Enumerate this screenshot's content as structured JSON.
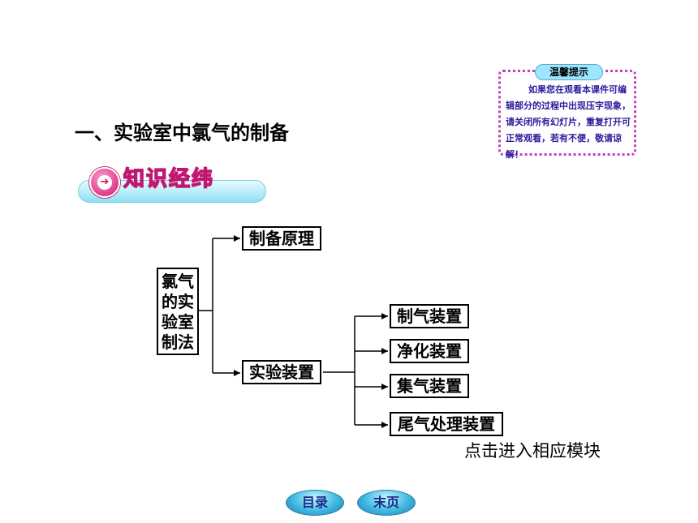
{
  "notice": {
    "title": "温馨提示",
    "text": "如果您在观看本课件可编辑部分的过程中出现压字现象，请关闭所有幻灯片，重复打开可正常观看，若有不便，敬请谅解！"
  },
  "section_title": "一、实验室中氯气的制备",
  "banner": {
    "label": "知识经纬",
    "icon": "arrow-right-circle-icon"
  },
  "diagram": {
    "root": "氯气的实验室制法",
    "branches": [
      "制备原理",
      "实验装置"
    ],
    "subitems": [
      "制气装置",
      "净化装置",
      "集气装置",
      "尾气处理装置"
    ]
  },
  "hint": "点击进入相应模块",
  "nav": {
    "toc": "目录",
    "end": "末页"
  },
  "colors": {
    "notice_border": "#c040c0",
    "banner_text": "#c01870",
    "nav_button": "#40b8e0"
  }
}
